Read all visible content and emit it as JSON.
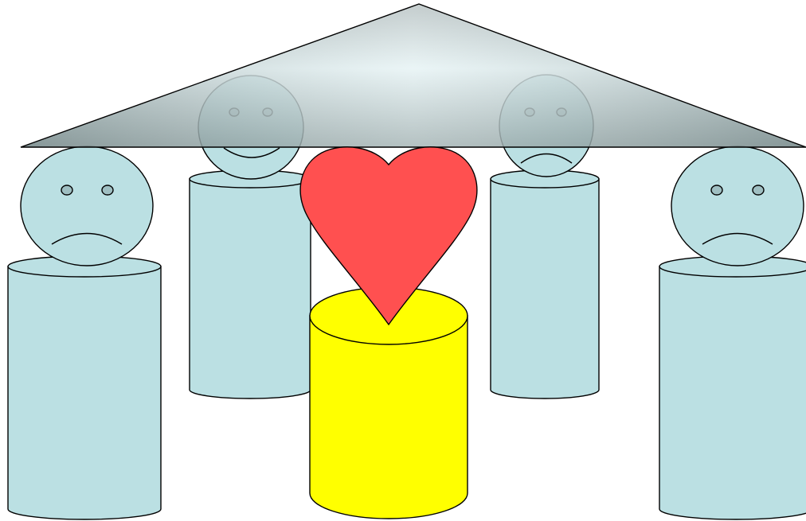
{
  "scene": {
    "description_free": true,
    "colors": {
      "background": "#ffffff",
      "figure_fill": "#bbe0e3",
      "pillar_fill": "#bbe0e3",
      "central_pillar_fill": "#ffff00",
      "heart_fill": "#ff5050",
      "eye_fill": "#9fbfc2",
      "roof_light": "#dceef0",
      "roof_dark": "#8a9ea0",
      "outline": "#000000"
    },
    "figures": [
      {
        "id": "left-outer",
        "expression": "sad"
      },
      {
        "id": "left-inner",
        "expression": "happy"
      },
      {
        "id": "right-inner",
        "expression": "sad"
      },
      {
        "id": "right-outer",
        "expression": "sad"
      }
    ],
    "icons": [
      "roof-triangle",
      "heart-icon",
      "smiley-face-icon",
      "frown-face-icon",
      "cylinder-pillar"
    ]
  }
}
